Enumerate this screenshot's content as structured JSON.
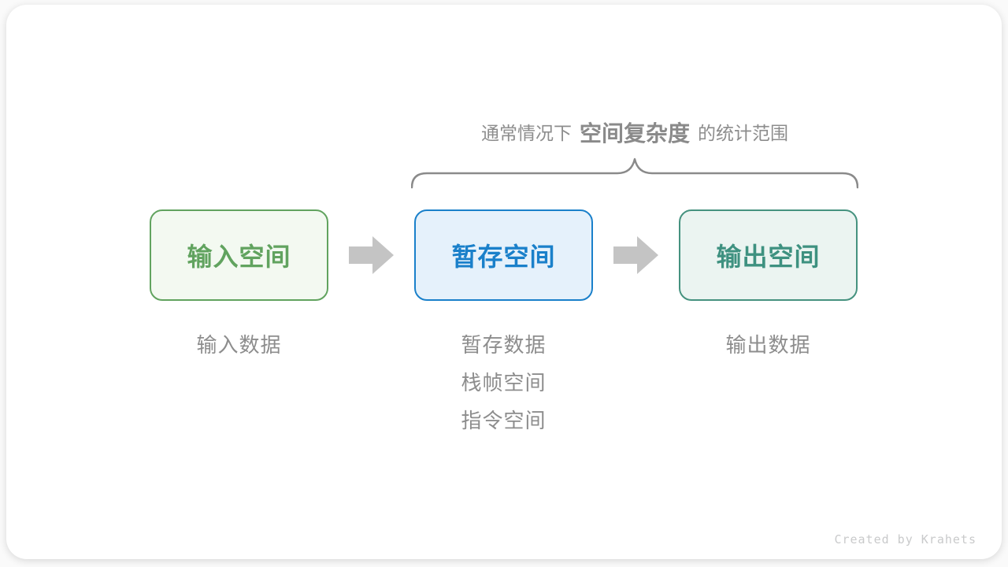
{
  "title": {
    "prefix": "通常情况下",
    "highlight": "空间复杂度",
    "suffix": "的统计范围"
  },
  "boxes": [
    {
      "label": "输入空间",
      "color": "#61a35f",
      "bg": "#f3f9f1",
      "border": "#61a35f"
    },
    {
      "label": "暂存空间",
      "color": "#1a80ca",
      "bg": "#e5f1fb",
      "border": "#1a80ca"
    },
    {
      "label": "输出空间",
      "color": "#3e9180",
      "bg": "#ebf4f1",
      "border": "#45927f"
    }
  ],
  "annotations": [
    {
      "lines": [
        "输入数据"
      ]
    },
    {
      "lines": [
        "暂存数据",
        "栈帧空间",
        "指令空间"
      ]
    },
    {
      "lines": [
        "输出数据"
      ]
    }
  ],
  "credit": "Created by Krahets",
  "colors": {
    "arrow": "#c4c4c4",
    "brace": "#8a8a8a",
    "muted_text": "#8d8d8d"
  }
}
